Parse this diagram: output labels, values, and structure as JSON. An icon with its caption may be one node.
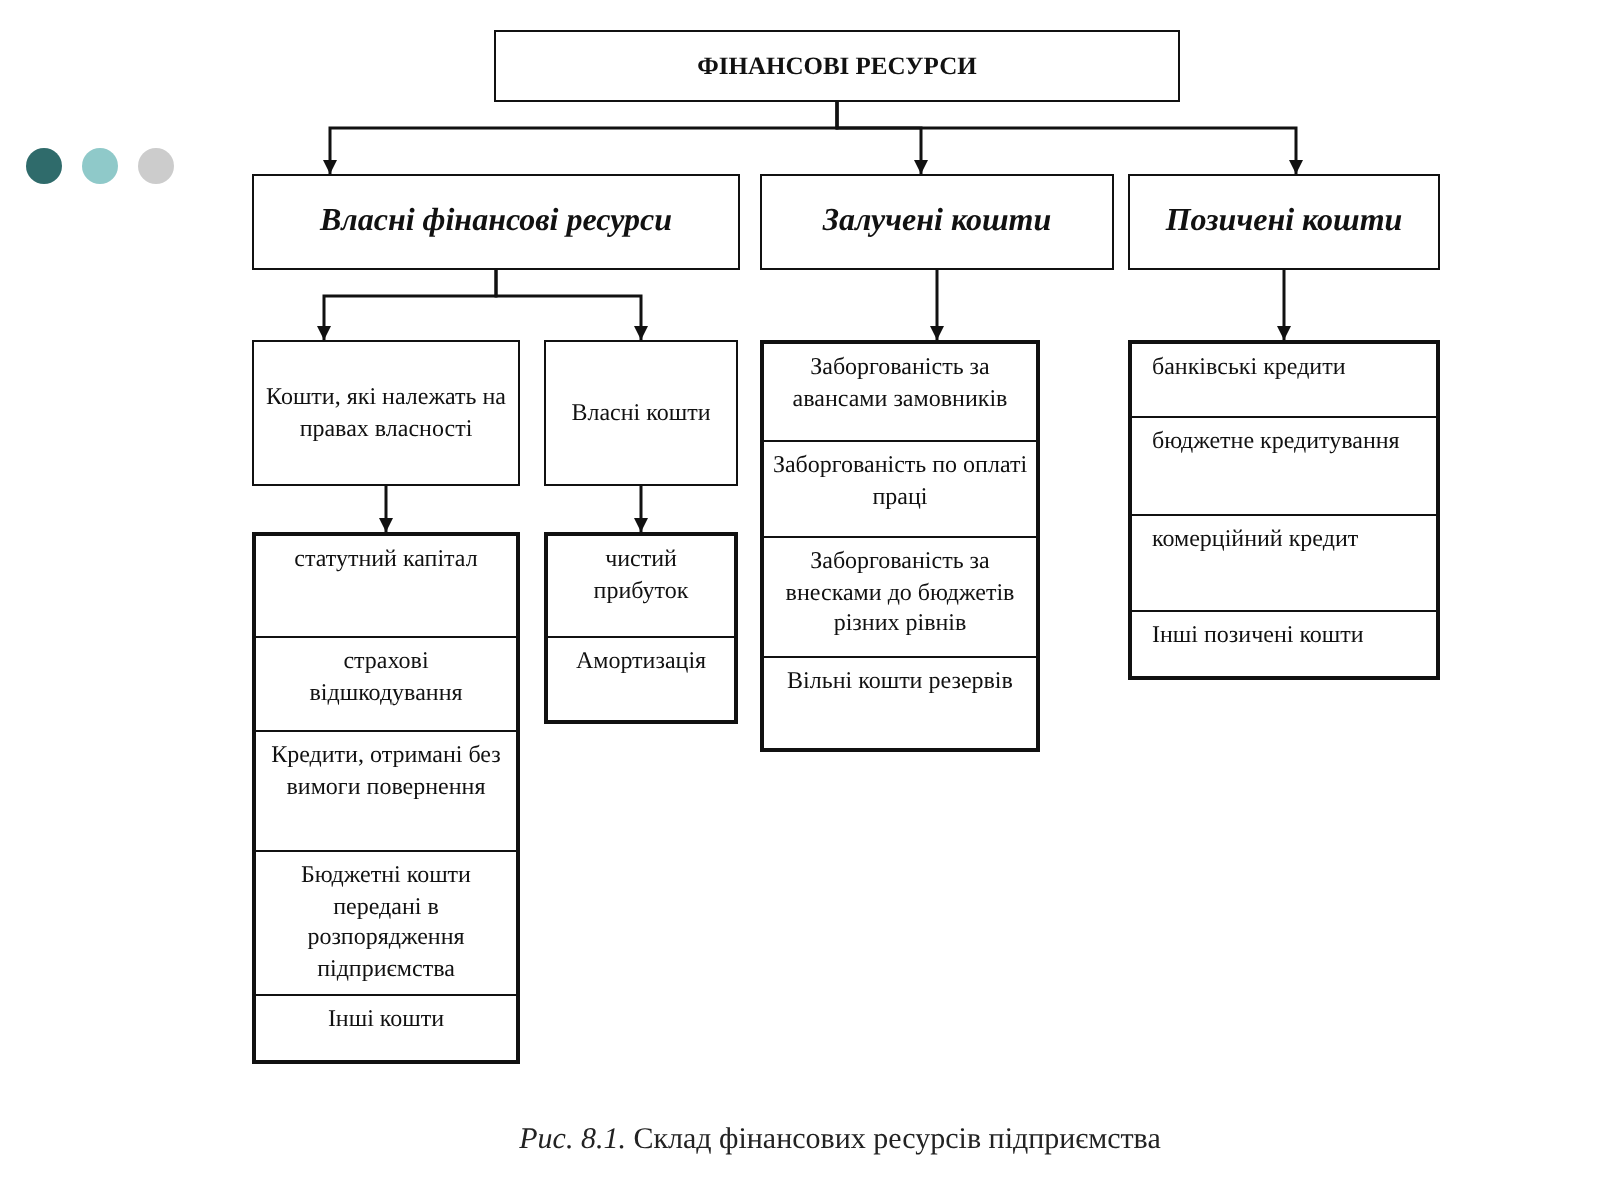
{
  "diagram": {
    "caption": "*Рис. 8.1.* Склад фінансових ресурсів підприємства",
    "nodes": [
      {
        "text": [
          "ФІНАНСОВІ РЕСУРСИ"
        ]
      },
      {
        "text": [
          "Власні фінансові ресурси"
        ]
      },
      {
        "text": [
          "Залучені кошти"
        ]
      },
      {
        "text": [
          "Позичені кошти"
        ]
      },
      {
        "text": [
          "Кошти, які належать на правах власності"
        ]
      },
      {
        "text": [
          "Власні кошти"
        ]
      },
      {
        "text": [],
        "shape": "box"
      },
      {
        "text": [
          "статутний капітал"
        ],
        "in": 6
      },
      {
        "text": [
          "страхові відшкодування"
        ],
        "in": 6
      },
      {
        "text": [
          "Кредити, отримані без вимоги повернення"
        ],
        "in": 6
      },
      {
        "text": [
          "Бюджетні кошти передані в розпорядження підприємства"
        ],
        "in": 6
      },
      {
        "text": [
          "Інші кошти"
        ],
        "in": 6
      },
      {
        "text": [],
        "shape": "box"
      },
      {
        "text": [
          "чистий прибуток"
        ],
        "in": 12
      },
      {
        "text": [
          "Амортизація"
        ],
        "in": 12
      },
      {
        "text": [],
        "shape": "box"
      },
      {
        "text": [
          "Заборгованість за авансами замовників"
        ],
        "in": 15
      },
      {
        "text": [
          "Заборгованість по оплаті праці"
        ],
        "in": 15
      },
      {
        "text": [
          "Заборгованість за внесками до бюджетів різних рівнів"
        ],
        "in": 15
      },
      {
        "text": [
          "Вільні кошти резервів"
        ],
        "in": 15
      },
      {
        "text": [],
        "shape": "box"
      },
      {
        "text": [
          "банківські кредити"
        ],
        "in": 20
      },
      {
        "text": [
          "бюджетне кредитування"
        ],
        "in": 20
      },
      {
        "text": [
          "комерційний кредит"
        ],
        "in": 20
      },
      {
        "text": [
          "Інші позичені кошти"
        ],
        "in": 20
      }
    ],
    "edges": [
      {
        "from": 0,
        "to": 1,
        "arrow": "to"
      },
      {
        "from": 0,
        "to": 2,
        "arrow": "to"
      },
      {
        "from": 0,
        "to": 3,
        "arrow": "to"
      },
      {
        "from": 1,
        "to": 4,
        "arrow": "to"
      },
      {
        "from": 1,
        "to": 5,
        "arrow": "to"
      },
      {
        "from": 2,
        "to": 15,
        "arrow": "to"
      },
      {
        "from": 3,
        "to": 20,
        "arrow": "to"
      },
      {
        "from": 4,
        "to": 6,
        "arrow": "to"
      },
      {
        "from": 5,
        "to": 12,
        "arrow": "to"
      }
    ]
  }
}
